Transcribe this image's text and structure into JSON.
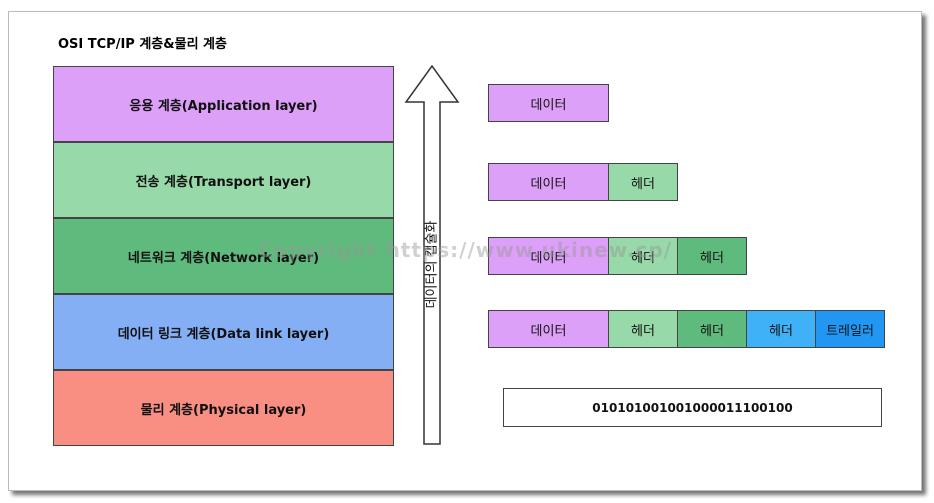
{
  "title": "OSI TCP/IP 계층&물리 계층",
  "layers": [
    {
      "label": "응용 계층(Application layer)",
      "color": "#dda0f8"
    },
    {
      "label": "전송 계층(Transport layer)",
      "color": "#97d9a8"
    },
    {
      "label": "네트워크 계층(Network layer)",
      "color": "#5fba7d"
    },
    {
      "label": "데이터 링크 계층(Data link layer)",
      "color": "#84aff5"
    },
    {
      "label": "물리 계층(Physical layer)",
      "color": "#f98f83"
    }
  ],
  "arrow_label": "데이터의 캡슐화",
  "watermark": "Copyright  https://www.ukinew.cp/",
  "rows": [
    {
      "boxes": [
        {
          "label": "데이터",
          "color": "#dda0f8"
        }
      ]
    },
    {
      "boxes": [
        {
          "label": "데이터",
          "color": "#dda0f8"
        },
        {
          "label": "헤더",
          "color": "#97d9a8"
        }
      ]
    },
    {
      "boxes": [
        {
          "label": "데이터",
          "color": "#dda0f8"
        },
        {
          "label": "헤더",
          "color": "#97d9a8"
        },
        {
          "label": "헤더",
          "color": "#5fba7d"
        }
      ]
    },
    {
      "boxes": [
        {
          "label": "데이터",
          "color": "#dda0f8"
        },
        {
          "label": "헤더",
          "color": "#97d9a8"
        },
        {
          "label": "헤더",
          "color": "#5fba7d"
        },
        {
          "label": "헤더",
          "color": "#3fb1f7"
        },
        {
          "label": "트레일러",
          "color": "#2196f3"
        }
      ]
    }
  ],
  "bits": "010101001001000011100100"
}
